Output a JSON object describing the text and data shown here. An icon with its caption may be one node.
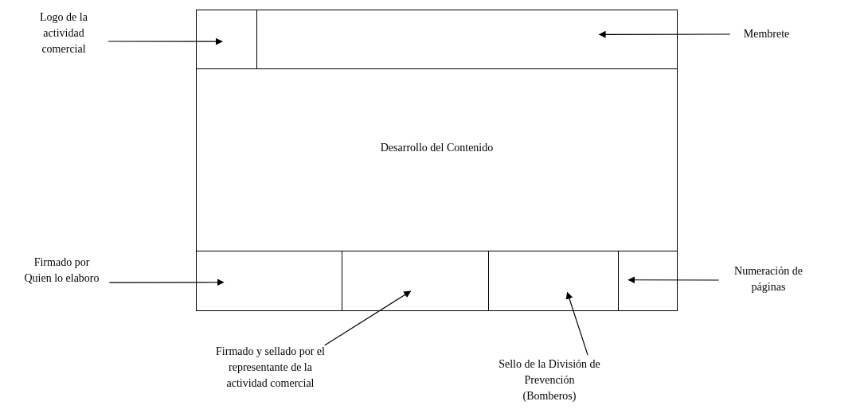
{
  "diagram": {
    "nodes": [
      {
        "text": [],
        "shape": "box"
      },
      {
        "text": [],
        "shape": "box",
        "in": 0
      },
      {
        "text": [],
        "shape": "box",
        "in": 0
      },
      {
        "text": [
          "Desarrollo del Contenido"
        ],
        "in": 0
      },
      {
        "text": [],
        "shape": "box",
        "in": 0
      },
      {
        "text": [],
        "shape": "box",
        "in": 0
      },
      {
        "text": [],
        "shape": "box",
        "in": 0
      },
      {
        "text": [],
        "shape": "box",
        "in": 0
      },
      {
        "text": [
          "Logo de la actividad comercial"
        ]
      },
      {
        "text": [
          "Membrete"
        ]
      },
      {
        "text": [
          "Firmado por Quien lo elaboro"
        ]
      },
      {
        "text": [
          "Firmado y sellado por el representante de la actividad comercial"
        ]
      },
      {
        "text": [
          "Sello de la División de Prevención (Bomberos)"
        ]
      },
      {
        "text": [
          "Numeración de páginas"
        ]
      }
    ],
    "edges": [
      {
        "from": 8,
        "to": 1,
        "arrow": "to"
      },
      {
        "from": 9,
        "to": 2,
        "arrow": "to"
      },
      {
        "from": 10,
        "to": 4,
        "arrow": "to"
      },
      {
        "from": 11,
        "to": 5,
        "arrow": "to"
      },
      {
        "from": 12,
        "to": 6,
        "arrow": "to"
      },
      {
        "from": 13,
        "to": 7,
        "arrow": "to"
      }
    ]
  }
}
